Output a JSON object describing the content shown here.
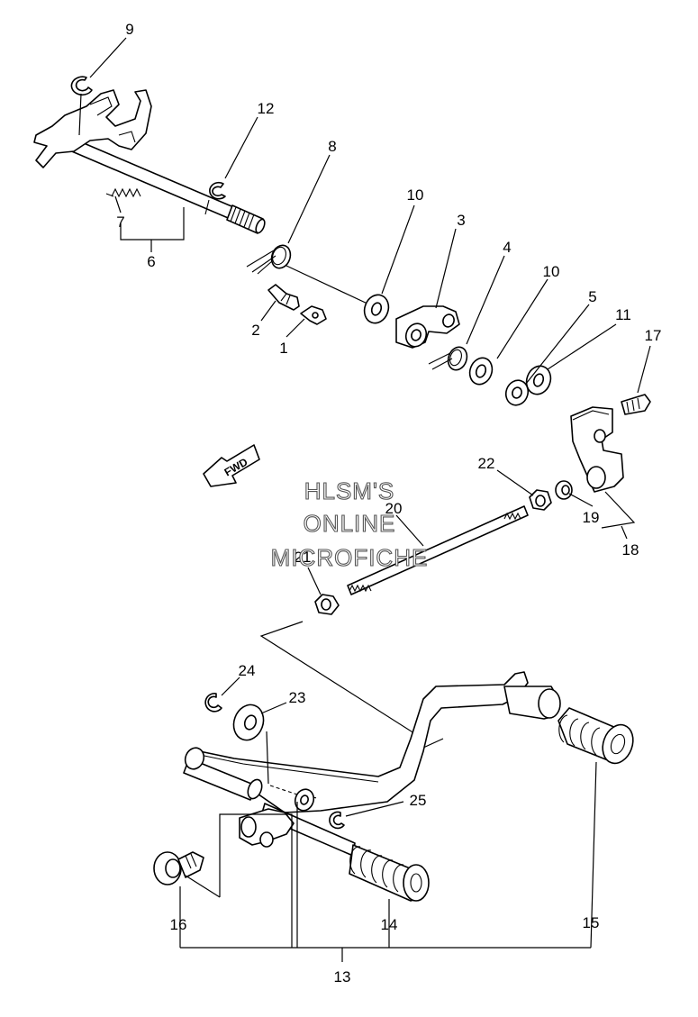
{
  "watermark": {
    "line1": "HLSM'S",
    "line2": "ONLINE",
    "line3": "MICROFICHE"
  },
  "fwd_arrow": {
    "label": "FWD",
    "icon": "arrow-forward-icon"
  },
  "callouts": {
    "c1": "1",
    "c2": "2",
    "c3": "3",
    "c4": "4",
    "c5": "5",
    "c6": "6",
    "c7": "7",
    "c8": "8",
    "c9": "9",
    "c10a": "10",
    "c10b": "10",
    "c11": "11",
    "c12": "12",
    "c13": "13",
    "c14": "14",
    "c15": "15",
    "c16": "16",
    "c17": "17",
    "c18": "18",
    "c19": "19",
    "c20": "20",
    "c21": "21",
    "c22": "22",
    "c23": "23",
    "c24": "24",
    "c25": "25"
  }
}
